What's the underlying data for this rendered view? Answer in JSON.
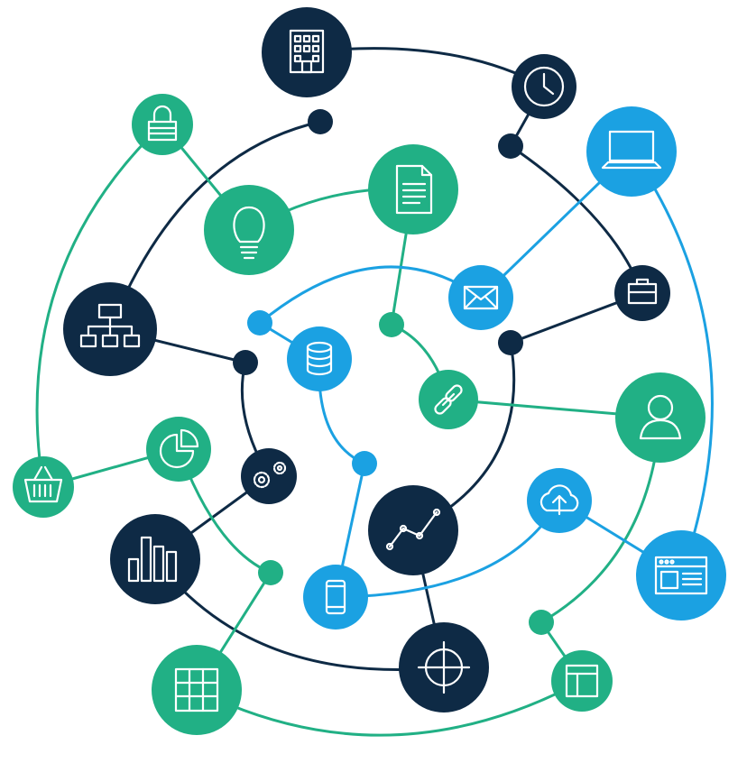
{
  "colors": {
    "navy": "#0e2a45",
    "green": "#21b085",
    "blue": "#1ba1e2",
    "white": "#ffffff"
  },
  "nodes": [
    {
      "id": "building",
      "icon": "building-icon",
      "color": "navy"
    },
    {
      "id": "clock",
      "icon": "clock-icon",
      "color": "navy"
    },
    {
      "id": "lock",
      "icon": "lock-icon",
      "color": "green"
    },
    {
      "id": "laptop",
      "icon": "laptop-icon",
      "color": "blue"
    },
    {
      "id": "document",
      "icon": "document-icon",
      "color": "green"
    },
    {
      "id": "lightbulb",
      "icon": "lightbulb-icon",
      "color": "green"
    },
    {
      "id": "hierarchy",
      "icon": "org-chart-icon",
      "color": "navy"
    },
    {
      "id": "mail",
      "icon": "mail-icon",
      "color": "blue"
    },
    {
      "id": "briefcase",
      "icon": "briefcase-icon",
      "color": "navy"
    },
    {
      "id": "database",
      "icon": "database-icon",
      "color": "blue"
    },
    {
      "id": "link",
      "icon": "link-icon",
      "color": "green"
    },
    {
      "id": "user",
      "icon": "user-icon",
      "color": "green"
    },
    {
      "id": "piechart",
      "icon": "pie-chart-icon",
      "color": "green"
    },
    {
      "id": "basket",
      "icon": "basket-icon",
      "color": "green"
    },
    {
      "id": "gears",
      "icon": "gears-icon",
      "color": "navy"
    },
    {
      "id": "cloud",
      "icon": "cloud-upload-icon",
      "color": "blue"
    },
    {
      "id": "linechart",
      "icon": "line-chart-icon",
      "color": "navy"
    },
    {
      "id": "barchart",
      "icon": "bar-chart-icon",
      "color": "navy"
    },
    {
      "id": "browser",
      "icon": "browser-window-icon",
      "color": "blue"
    },
    {
      "id": "mobile",
      "icon": "mobile-phone-icon",
      "color": "blue"
    },
    {
      "id": "target",
      "icon": "crosshair-icon",
      "color": "navy"
    },
    {
      "id": "grid",
      "icon": "table-grid-icon",
      "color": "green"
    },
    {
      "id": "layout",
      "icon": "layout-icon",
      "color": "green"
    }
  ]
}
